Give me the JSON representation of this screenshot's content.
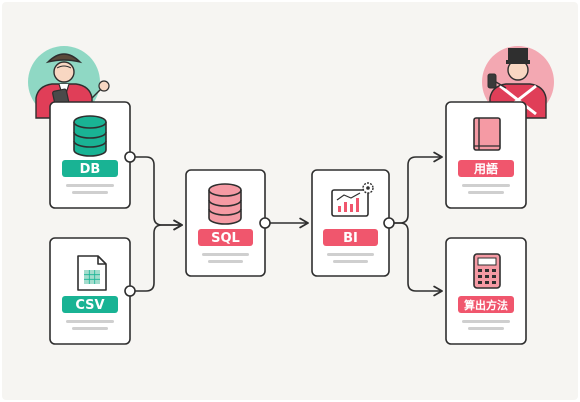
{
  "diagram": {
    "colors": {
      "background": "#f6f5f2",
      "card_fill": "#ffffff",
      "outline": "#2f2f2f",
      "teal": "#19b394",
      "pink": "#f0566d",
      "pink_light": "#f59aa4",
      "placeholder_line": "#cfcfcf",
      "avatar_teal": "#8fd8c4",
      "avatar_pink": "#f3a8b2"
    },
    "nodes": [
      {
        "id": "db",
        "label": "DB",
        "badge_color": "teal",
        "icon": "database-icon"
      },
      {
        "id": "csv",
        "label": "CSV",
        "badge_color": "teal",
        "icon": "csv-file-icon"
      },
      {
        "id": "sql",
        "label": "SQL",
        "badge_color": "pink",
        "icon": "database-icon"
      },
      {
        "id": "bi",
        "label": "BI",
        "badge_color": "pink",
        "icon": "bi-dashboard-icon"
      },
      {
        "id": "glossary",
        "label": "用語",
        "badge_color": "pink",
        "icon": "book-icon"
      },
      {
        "id": "calc",
        "label": "算出方法",
        "badge_color": "pink",
        "icon": "calculator-icon"
      }
    ],
    "edges": [
      {
        "from": "db",
        "to": "sql"
      },
      {
        "from": "csv",
        "to": "sql"
      },
      {
        "from": "sql",
        "to": "bi"
      },
      {
        "from": "bi",
        "to": "glossary"
      },
      {
        "from": "bi",
        "to": "calc"
      }
    ],
    "characters": [
      {
        "id": "left",
        "icon": "character-with-tablet-icon",
        "bg": "avatar_teal"
      },
      {
        "id": "right",
        "icon": "character-with-phone-icon",
        "bg": "avatar_pink"
      }
    ]
  }
}
